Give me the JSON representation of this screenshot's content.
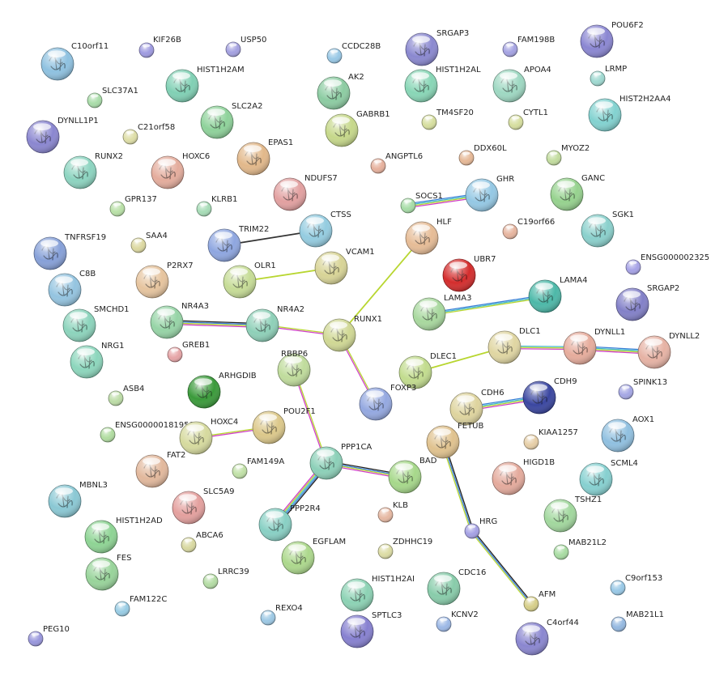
{
  "nodes": [
    {
      "id": "C10orf11",
      "label": "C10orf11",
      "color": "#8ec1e0",
      "size": "big"
    },
    {
      "id": "KIF26B",
      "label": "KIF26B",
      "color": "#9e9ae0",
      "size": "small"
    },
    {
      "id": "USP50",
      "label": "USP50",
      "color": "#a3a0e0",
      "size": "small"
    },
    {
      "id": "CCDC28B",
      "label": "CCDC28B",
      "color": "#98c8e6",
      "size": "small"
    },
    {
      "id": "SRGAP3",
      "label": "SRGAP3",
      "color": "#8a88d0",
      "size": "big"
    },
    {
      "id": "FAM198B",
      "label": "FAM198B",
      "color": "#a4a2e2",
      "size": "small"
    },
    {
      "id": "POU6F2",
      "label": "POU6F2",
      "color": "#8a86d2",
      "size": "big"
    },
    {
      "id": "HIST1H2AM",
      "label": "HIST1H2AM",
      "color": "#80d0b4",
      "size": "big"
    },
    {
      "id": "AK2",
      "label": "AK2",
      "color": "#8ccca2",
      "size": "big"
    },
    {
      "id": "HIST1H2AL",
      "label": "HIST1H2AL",
      "color": "#88d6b6",
      "size": "big"
    },
    {
      "id": "APOA4",
      "label": "APOA4",
      "color": "#9ed8c2",
      "size": "big"
    },
    {
      "id": "LRMP",
      "label": "LRMP",
      "color": "#9ed8d0",
      "size": "small"
    },
    {
      "id": "SLC37A1",
      "label": "SLC37A1",
      "color": "#a8dca8",
      "size": "small"
    },
    {
      "id": "HIST2H2AA4",
      "label": "HIST2H2AA4",
      "color": "#82d2d0",
      "size": "big"
    },
    {
      "id": "SLC2A2",
      "label": "SLC2A2",
      "color": "#8ed29a",
      "size": "big"
    },
    {
      "id": "GABRB1",
      "label": "GABRB1",
      "color": "#c6d88a",
      "size": "big"
    },
    {
      "id": "TM4SF20",
      "label": "TM4SF20",
      "color": "#d6de9e",
      "size": "small"
    },
    {
      "id": "CYTL1",
      "label": "CYTL1",
      "color": "#d6de9e",
      "size": "small"
    },
    {
      "id": "DYNLL1P1",
      "label": "DYNLL1P1",
      "color": "#8a86d0",
      "size": "big"
    },
    {
      "id": "C21orf58",
      "label": "C21orf58",
      "color": "#dedea6",
      "size": "small"
    },
    {
      "id": "EPAS1",
      "label": "EPAS1",
      "color": "#e2b88a",
      "size": "big"
    },
    {
      "id": "DDX60L",
      "label": "DDX60L",
      "color": "#e6b896",
      "size": "small"
    },
    {
      "id": "MYOZ2",
      "label": "MYOZ2",
      "color": "#c2dc9e",
      "size": "small"
    },
    {
      "id": "ANGPTL6",
      "label": "ANGPTL6",
      "color": "#e6b09c",
      "size": "small"
    },
    {
      "id": "RUNX2",
      "label": "RUNX2",
      "color": "#8cd4c0",
      "size": "big"
    },
    {
      "id": "HOXC6",
      "label": "HOXC6",
      "color": "#e4ac9c",
      "size": "big"
    },
    {
      "id": "NDUFS7",
      "label": "NDUFS7",
      "color": "#e2a0a0",
      "size": "big"
    },
    {
      "id": "GHR",
      "label": "GHR",
      "color": "#94c8e4",
      "size": "big"
    },
    {
      "id": "GANC",
      "label": "GANC",
      "color": "#96d28e",
      "size": "big"
    },
    {
      "id": "SOCS1",
      "label": "SOCS1",
      "color": "#a6dca6",
      "size": "small"
    },
    {
      "id": "GPR137",
      "label": "GPR137",
      "color": "#b8e0a6",
      "size": "small"
    },
    {
      "id": "KLRB1",
      "label": "KLRB1",
      "color": "#a6dcb6",
      "size": "small"
    },
    {
      "id": "SGK1",
      "label": "SGK1",
      "color": "#8ad0cc",
      "size": "big"
    },
    {
      "id": "TNFRSF19",
      "label": "TNFRSF19",
      "color": "#86a0d8",
      "size": "big"
    },
    {
      "id": "SAA4",
      "label": "SAA4",
      "color": "#dcd8a0",
      "size": "small"
    },
    {
      "id": "TRIM22",
      "label": "TRIM22",
      "color": "#8ea6e0",
      "size": "big"
    },
    {
      "id": "CTSS",
      "label": "CTSS",
      "color": "#94cce0",
      "size": "big"
    },
    {
      "id": "HLF",
      "label": "HLF",
      "color": "#e6bc96",
      "size": "big"
    },
    {
      "id": "C19orf66",
      "label": "C19orf66",
      "color": "#e6b49e",
      "size": "small"
    },
    {
      "id": "ENSG000002325",
      "label": "ENSG000002325",
      "color": "#a6a2e6",
      "size": "small"
    },
    {
      "id": "C8B",
      "label": "C8B",
      "color": "#94c4e0",
      "size": "big"
    },
    {
      "id": "P2RX7",
      "label": "P2RX7",
      "color": "#e6c49e",
      "size": "big"
    },
    {
      "id": "OLR1",
      "label": "OLR1",
      "color": "#c6dc96",
      "size": "big"
    },
    {
      "id": "VCAM1",
      "label": "VCAM1",
      "color": "#d8d496",
      "size": "big"
    },
    {
      "id": "UBR7",
      "label": "UBR7",
      "color": "#d42c2c",
      "size": "big"
    },
    {
      "id": "LAMA4",
      "label": "LAMA4",
      "color": "#4cb8a8",
      "size": "big"
    },
    {
      "id": "SRGAP2",
      "label": "SRGAP2",
      "color": "#8280c8",
      "size": "big"
    },
    {
      "id": "SMCHD1",
      "label": "SMCHD1",
      "color": "#8cd4bc",
      "size": "big"
    },
    {
      "id": "NR4A3",
      "label": "NR4A3",
      "color": "#96d4a6",
      "size": "big"
    },
    {
      "id": "NR4A2",
      "label": "NR4A2",
      "color": "#8ed0b8",
      "size": "big"
    },
    {
      "id": "LAMA3",
      "label": "LAMA3",
      "color": "#a8d89e",
      "size": "big"
    },
    {
      "id": "RUNX1",
      "label": "RUNX1",
      "color": "#d0d894",
      "size": "big"
    },
    {
      "id": "DLC1",
      "label": "DLC1",
      "color": "#e0d6a2",
      "size": "big"
    },
    {
      "id": "DYNLL1",
      "label": "DYNLL1",
      "color": "#e6ac9c",
      "size": "big"
    },
    {
      "id": "DYNLL2",
      "label": "DYNLL2",
      "color": "#e6b2a4",
      "size": "big"
    },
    {
      "id": "NRG1",
      "label": "NRG1",
      "color": "#8cd6bc",
      "size": "big"
    },
    {
      "id": "GREB1",
      "label": "GREB1",
      "color": "#e6a4a6",
      "size": "small"
    },
    {
      "id": "RBBP6",
      "label": "RBBP6",
      "color": "#c0dc9c",
      "size": "big"
    },
    {
      "id": "DLEC1",
      "label": "DLEC1",
      "color": "#c2dc8e",
      "size": "big"
    },
    {
      "id": "FOXP3",
      "label": "FOXP3",
      "color": "#94a8e0",
      "size": "big"
    },
    {
      "id": "ARHGDIB",
      "label": "ARHGDIB",
      "color": "#3a9a3a",
      "size": "big"
    },
    {
      "id": "ASB4",
      "label": "ASB4",
      "color": "#bcdca6",
      "size": "small"
    },
    {
      "id": "SPINK13",
      "label": "SPINK13",
      "color": "#a4a6e4",
      "size": "small"
    },
    {
      "id": "CDH6",
      "label": "CDH6",
      "color": "#ded49e",
      "size": "big"
    },
    {
      "id": "CDH9",
      "label": "CDH9",
      "color": "#3a46a0",
      "size": "big"
    },
    {
      "id": "POU2F1",
      "label": "POU2F1",
      "color": "#dcc88a",
      "size": "big"
    },
    {
      "id": "ENSG00000181950",
      "label": "ENSG00000181950",
      "color": "#b0dca0",
      "size": "small"
    },
    {
      "id": "HOXC4",
      "label": "HOXC4",
      "color": "#d6da9e",
      "size": "big"
    },
    {
      "id": "FETUB",
      "label": "FETUB",
      "color": "#e0c28e",
      "size": "big"
    },
    {
      "id": "KIAA1257",
      "label": "KIAA1257",
      "color": "#e6cea6",
      "size": "small"
    },
    {
      "id": "AOX1",
      "label": "AOX1",
      "color": "#90c0e0",
      "size": "big"
    },
    {
      "id": "PPP1CA",
      "label": "PPP1CA",
      "color": "#8cd0b8",
      "size": "big"
    },
    {
      "id": "BAD",
      "label": "BAD",
      "color": "#a6d88a",
      "size": "big"
    },
    {
      "id": "FAT2",
      "label": "FAT2",
      "color": "#e2b89c",
      "size": "big"
    },
    {
      "id": "FAM149A",
      "label": "FAM149A",
      "color": "#c0e0a6",
      "size": "small"
    },
    {
      "id": "HIGD1B",
      "label": "HIGD1B",
      "color": "#e4aa9c",
      "size": "big"
    },
    {
      "id": "SCML4",
      "label": "SCML4",
      "color": "#86d0d0",
      "size": "big"
    },
    {
      "id": "MBNL3",
      "label": "MBNL3",
      "color": "#8ac8d4",
      "size": "big"
    },
    {
      "id": "SLC5A9",
      "label": "SLC5A9",
      "color": "#e4a09e",
      "size": "big"
    },
    {
      "id": "PPP2R4",
      "label": "PPP2R4",
      "color": "#88d0c4",
      "size": "big"
    },
    {
      "id": "KLB",
      "label": "KLB",
      "color": "#e6b8a2",
      "size": "small"
    },
    {
      "id": "TSHZ1",
      "label": "TSHZ1",
      "color": "#a2d89e",
      "size": "big"
    },
    {
      "id": "HRG",
      "label": "HRG",
      "color": "#a4a0e4",
      "size": "small"
    },
    {
      "id": "HIST1H2AD",
      "label": "HIST1H2AD",
      "color": "#8ed494",
      "size": "big"
    },
    {
      "id": "ABCA6",
      "label": "ABCA6",
      "color": "#d8d8a0",
      "size": "small"
    },
    {
      "id": "MAB21L2",
      "label": "MAB21L2",
      "color": "#a8dca2",
      "size": "small"
    },
    {
      "id": "EGFLAM",
      "label": "EGFLAM",
      "color": "#acd88c",
      "size": "big"
    },
    {
      "id": "ZDHHC19",
      "label": "ZDHHC19",
      "color": "#dcdca4",
      "size": "small"
    },
    {
      "id": "FES",
      "label": "FES",
      "color": "#98d49a",
      "size": "big"
    },
    {
      "id": "LRRC39",
      "label": "LRRC39",
      "color": "#b4dca4",
      "size": "small"
    },
    {
      "id": "HIST1H2AI",
      "label": "HIST1H2AI",
      "color": "#8cd2b4",
      "size": "big"
    },
    {
      "id": "CDC16",
      "label": "CDC16",
      "color": "#88ccaa",
      "size": "big"
    },
    {
      "id": "AFM",
      "label": "AFM",
      "color": "#d6ce88",
      "size": "small"
    },
    {
      "id": "C9orf153",
      "label": "C9orf153",
      "color": "#98c8e6",
      "size": "small"
    },
    {
      "id": "FAM122C",
      "label": "FAM122C",
      "color": "#98cce4",
      "size": "small"
    },
    {
      "id": "REXO4",
      "label": "REXO4",
      "color": "#9cc8e4",
      "size": "small"
    },
    {
      "id": "SPTLC3",
      "label": "SPTLC3",
      "color": "#8680d0",
      "size": "big"
    },
    {
      "id": "KCNV2",
      "label": "KCNV2",
      "color": "#9cb8e6",
      "size": "small"
    },
    {
      "id": "C4orf44",
      "label": "C4orf44",
      "color": "#8a86d0",
      "size": "big"
    },
    {
      "id": "MAB21L1",
      "label": "MAB21L1",
      "color": "#94b8e0",
      "size": "small"
    },
    {
      "id": "PEG10",
      "label": "PEG10",
      "color": "#9896dc",
      "size": "small"
    }
  ],
  "edges": [
    {
      "from": "TRIM22",
      "to": "CTSS",
      "colors": [
        "#333333"
      ]
    },
    {
      "from": "OLR1",
      "to": "VCAM1",
      "colors": [
        "#b8d630"
      ]
    },
    {
      "from": "NR4A3",
      "to": "NR4A2",
      "colors": [
        "#202020",
        "#3a7fd6",
        "#b8d630",
        "#d040c8"
      ]
    },
    {
      "from": "NR4A2",
      "to": "RUNX1",
      "colors": [
        "#b8d630",
        "#d040c8"
      ]
    },
    {
      "from": "RUNX1",
      "to": "HLF",
      "colors": [
        "#b8d630"
      ]
    },
    {
      "from": "RUNX1",
      "to": "FOXP3",
      "colors": [
        "#b8d630",
        "#d040c8"
      ]
    },
    {
      "from": "SOCS1",
      "to": "GHR",
      "colors": [
        "#3a7fd6",
        "#40b8c8",
        "#b8d630",
        "#d040c8"
      ]
    },
    {
      "from": "LAMA3",
      "to": "LAMA4",
      "colors": [
        "#3a7fd6",
        "#40b8c8",
        "#b8d630"
      ]
    },
    {
      "from": "DLC1",
      "to": "DYNLL1",
      "colors": [
        "#40b8c8",
        "#b8d630",
        "#d040c8"
      ]
    },
    {
      "from": "DYNLL1",
      "to": "DYNLL2",
      "colors": [
        "#3a7fd6",
        "#40b8c8",
        "#b8d630",
        "#d040c8"
      ]
    },
    {
      "from": "DLEC1",
      "to": "DLC1",
      "colors": [
        "#b8d630"
      ]
    },
    {
      "from": "CDH6",
      "to": "CDH9",
      "colors": [
        "#3a7fd6",
        "#40b8c8",
        "#b8d630",
        "#d040c8"
      ]
    },
    {
      "from": "RBBP6",
      "to": "PPP1CA",
      "colors": [
        "#b8d630",
        "#d040c8"
      ]
    },
    {
      "from": "HOXC4",
      "to": "POU2F1",
      "colors": [
        "#b8d630",
        "#d040c8"
      ]
    },
    {
      "from": "PPP1CA",
      "to": "BAD",
      "colors": [
        "#202020",
        "#3a7fd6",
        "#b8d630",
        "#d040c8"
      ]
    },
    {
      "from": "PPP1CA",
      "to": "PPP2R4",
      "colors": [
        "#202020",
        "#3a7fd6",
        "#40b8c8",
        "#b8d630",
        "#d040c8"
      ]
    },
    {
      "from": "FETUB",
      "to": "HRG",
      "colors": [
        "#202020",
        "#3a7fd6",
        "#b8d630"
      ]
    },
    {
      "from": "HRG",
      "to": "AFM",
      "colors": [
        "#202020",
        "#3a7fd6",
        "#b8d630"
      ]
    }
  ]
}
